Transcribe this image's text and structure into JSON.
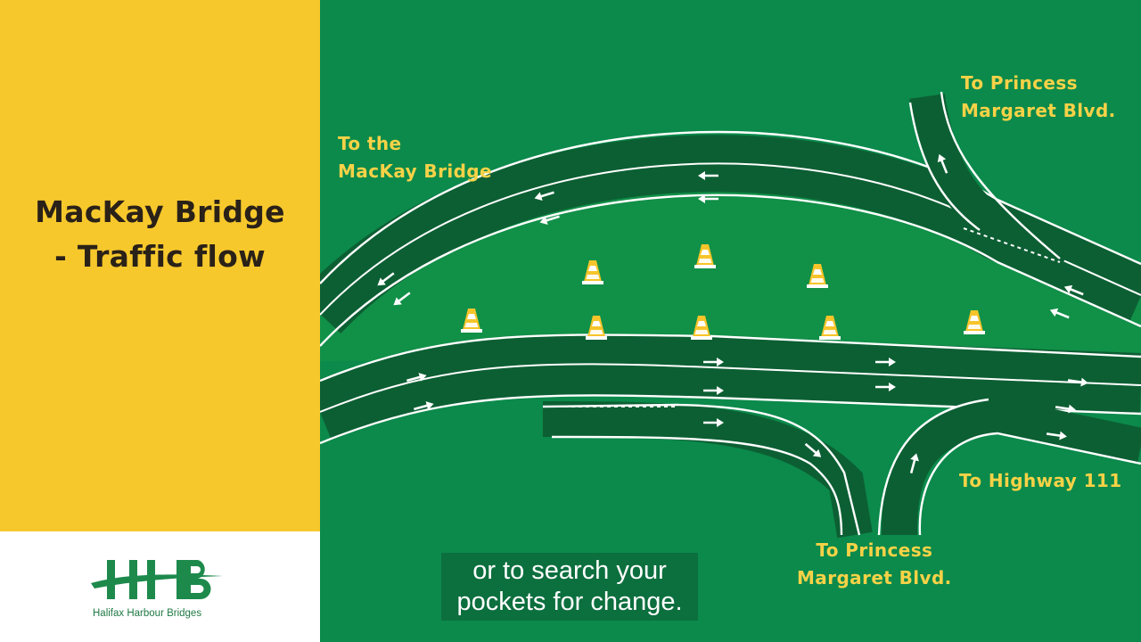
{
  "title": {
    "line1": "MacKay Bridge",
    "line2": "- Traffic flow"
  },
  "logo": {
    "mark": "HHB",
    "caption": "Halifax Harbour Bridges"
  },
  "labels": {
    "to_mackay": {
      "line1": "To the",
      "line2": "MacKay Bridge"
    },
    "to_princess_top": {
      "line1": "To Princess",
      "line2": "Margaret Blvd."
    },
    "to_princess_bottom": {
      "line1": "To Princess",
      "line2": "Margaret Blvd."
    },
    "to_highway": {
      "line1": "To Highway 111"
    }
  },
  "subtitle": {
    "line1": "or to search your",
    "line2": "pockets for change."
  },
  "colors": {
    "panel": "#f6c82c",
    "background": "#0b8a4b",
    "island": "#119048",
    "road": "#0c5f33",
    "label": "#f7d247",
    "cone_orange": "#f7c52a"
  },
  "icons": [
    "traffic-cone-icon",
    "arrow-icon"
  ]
}
